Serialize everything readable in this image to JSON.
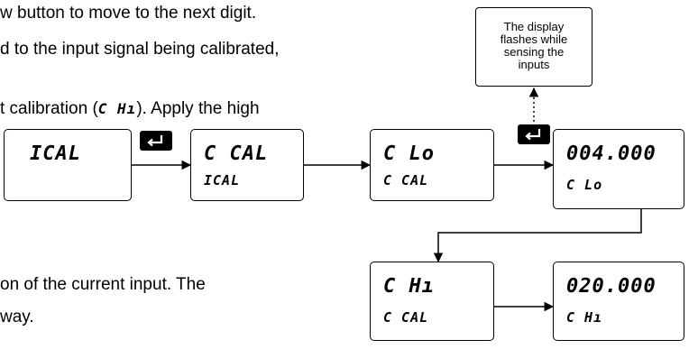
{
  "body_text": {
    "line1": "w button to move to the next digit.",
    "line2": "d to the input signal being calibrated,",
    "line3_prefix": "t calibration (",
    "line3_code": "C Hı",
    "line3_suffix": "). Apply the high",
    "line4": "on of the current input. The",
    "line5": "way."
  },
  "note": {
    "line1": "The display",
    "line2": "flashes while",
    "line3": "sensing the",
    "line4": "inputs"
  },
  "displays": {
    "d1": {
      "top": "ICAL"
    },
    "d2": {
      "top": "C CAL",
      "bottom": "ICAL"
    },
    "d3": {
      "top": "C Lo",
      "bottom": "C CAL"
    },
    "d4": {
      "top": "004.000",
      "bottom": "C Lo"
    },
    "d5": {
      "top": "C Hı",
      "bottom": "C CAL"
    },
    "d6": {
      "top": "020.000",
      "bottom": "C Hı"
    }
  },
  "icons": {
    "enter_key": "enter-key-icon"
  }
}
